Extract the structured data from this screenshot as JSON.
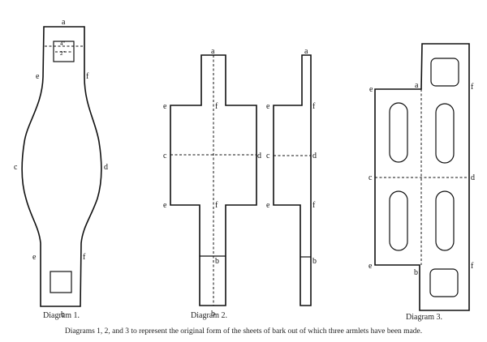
{
  "diagram1": {
    "title": "Diagram 1.",
    "labels": {
      "a": "a",
      "b": "b",
      "c": "c",
      "d": "d",
      "e_top": "e",
      "f_top": "f",
      "e_bottom": "e",
      "f_bottom": "f"
    },
    "dimension_outer": "4\"",
    "dimension_inner": "2\""
  },
  "diagram2": {
    "title": "Diagram 2.",
    "left": {
      "a": "a",
      "b_mid": "b",
      "b_bottom": "b",
      "c": "c",
      "d": "d",
      "e_top": "e",
      "f_top": "f",
      "e_bottom": "e",
      "f_bottom": "f"
    },
    "right": {
      "a": "a",
      "b": "b",
      "c": "c",
      "d": "d",
      "e_top": "e",
      "f_top": "f",
      "e_bottom": "e",
      "f_bottom": "f"
    }
  },
  "diagram3": {
    "title": "Diagram 3.",
    "labels": {
      "a": "a",
      "b": "b",
      "c": "c",
      "d": "d",
      "e_top": "e",
      "f_top": "f",
      "e_bottom": "e",
      "f_bottom": "f"
    }
  },
  "caption": "Diagrams 1, 2, and 3 to represent the original form of the sheets of bark out of which three armlets have been made."
}
